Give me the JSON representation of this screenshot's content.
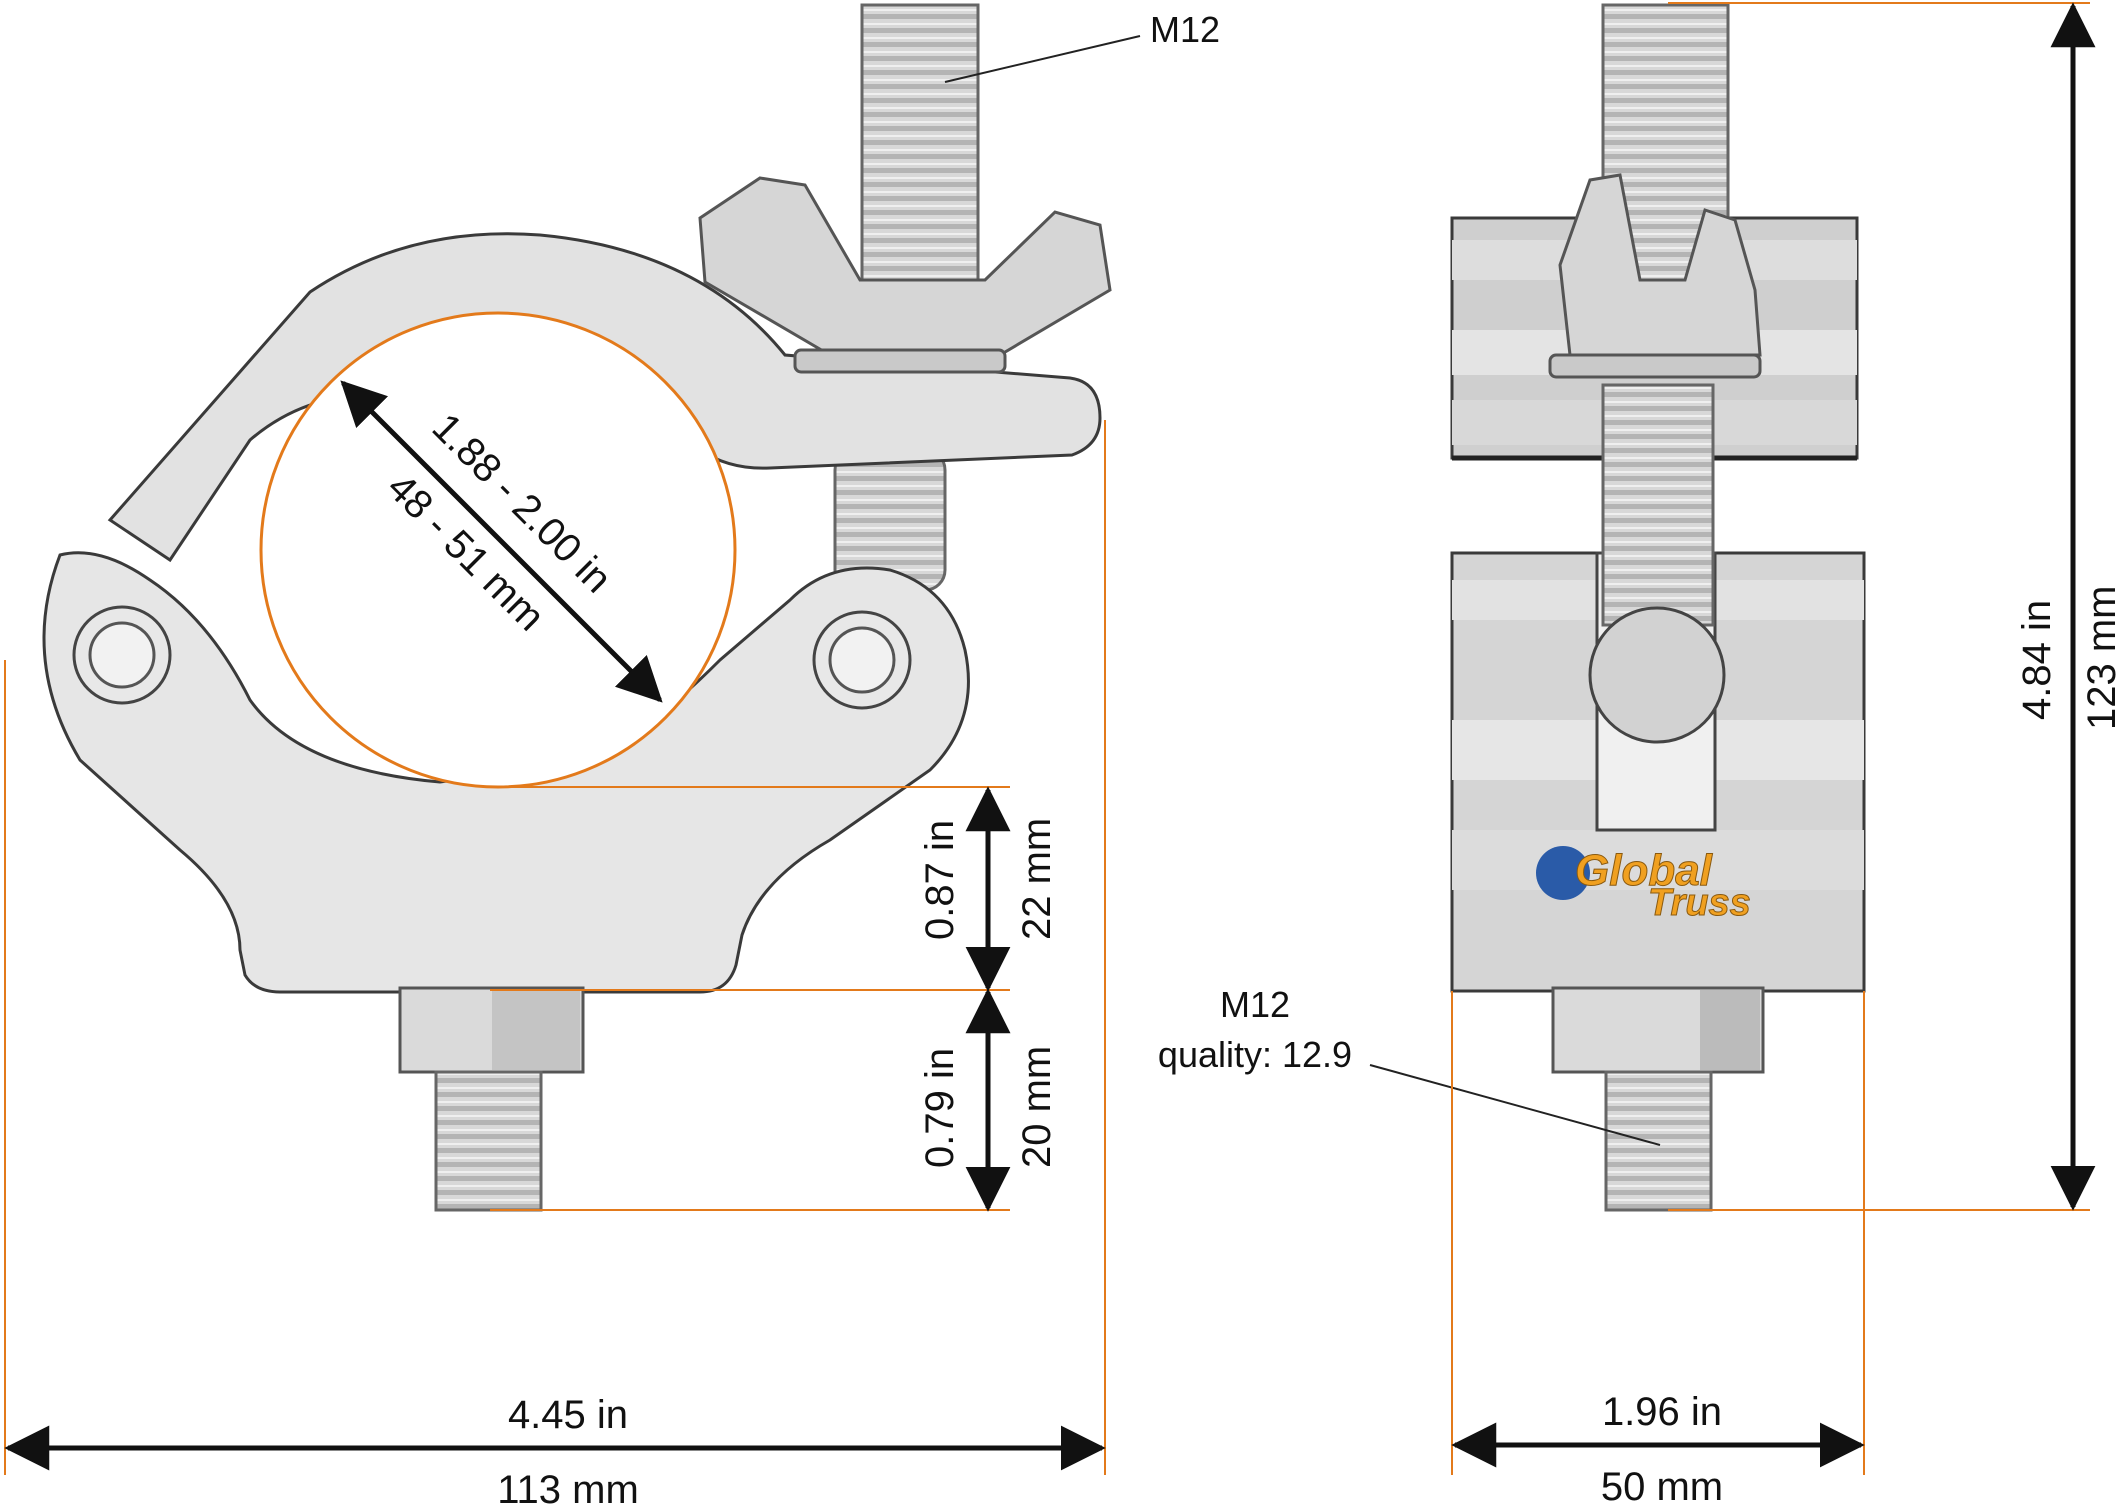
{
  "colors": {
    "dimension_line": "#E37A1B",
    "metal_light": "#E6E6E6",
    "metal_mid": "#CDCDCD",
    "metal_dark": "#9E9E9E",
    "outline": "#3A3A3A",
    "logo_orange": "#F0A020",
    "logo_blue": "#2A5BA8"
  },
  "thread_label_top": "M12",
  "bore": {
    "inches": "1.88 - 2.00 in",
    "mm": "48 - 51 mm"
  },
  "lower_height": {
    "inches": "0.87 in",
    "mm": "22 mm"
  },
  "bolt_length": {
    "inches": "0.79 in",
    "mm": "20 mm"
  },
  "total_width": {
    "inches": "4.45 in",
    "mm": "113 mm"
  },
  "side_width": {
    "inches": "1.96 in",
    "mm": "50 mm"
  },
  "total_height": {
    "inches": "4.84 in",
    "mm": "123 mm"
  },
  "bolt_callout": {
    "line1": "M12",
    "line2": "quality: 12.9"
  },
  "logo": {
    "line1": "Global",
    "line2": "Truss"
  }
}
